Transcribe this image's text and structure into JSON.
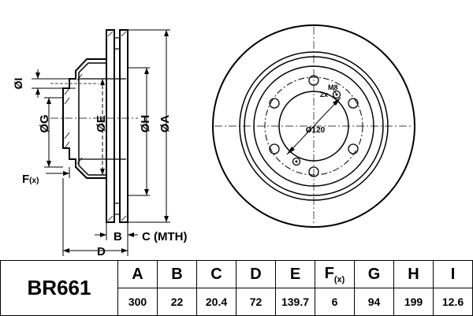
{
  "drawing": {
    "side_view": {
      "label_I": "ØI",
      "label_G": "ØG",
      "label_E": "ØE",
      "label_H": "ØH",
      "label_A": "ØA",
      "label_F": "F",
      "label_F_sub": "(x)",
      "label_B": "B",
      "label_C": "C (MTH)",
      "label_D": "D"
    },
    "front_view": {
      "label_m8": "M8",
      "label_2x": "2x",
      "label_pcd": "Ø120"
    }
  },
  "table": {
    "part_number": "BR661",
    "headers": [
      "A",
      "B",
      "C",
      "D",
      "E",
      "F",
      "G",
      "H",
      "I"
    ],
    "f_sub": "(x)",
    "values": [
      "300",
      "22",
      "20.4",
      "72",
      "139.7",
      "6",
      "94",
      "199",
      "12.6"
    ]
  }
}
